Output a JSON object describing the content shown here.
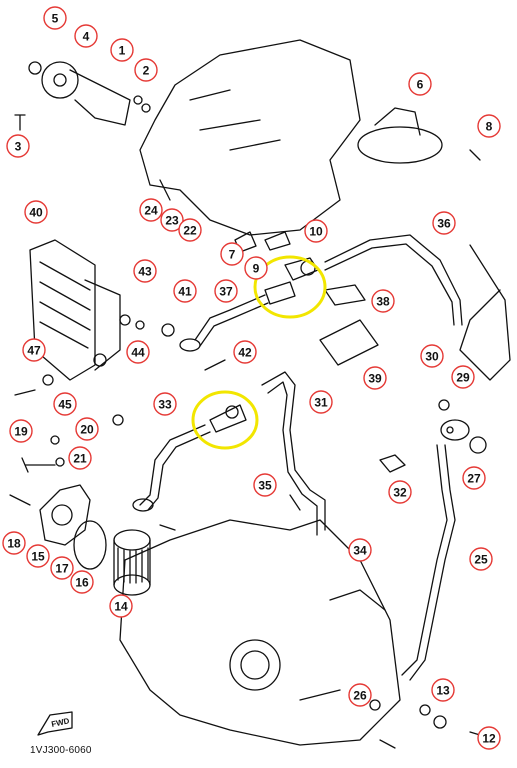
{
  "diagram": {
    "footer_code": "1VJ300-6060",
    "fwd_label": "FWD",
    "highlight_color": "#f2e600",
    "callout_color": "#e53935",
    "callouts": [
      "5",
      "4",
      "1",
      "2",
      "3",
      "6",
      "8",
      "40",
      "24",
      "23",
      "22",
      "7",
      "9",
      "10",
      "36",
      "43",
      "41",
      "37",
      "38",
      "44",
      "42",
      "39",
      "30",
      "47",
      "45",
      "29",
      "33",
      "31",
      "20",
      "21",
      "19",
      "27",
      "35",
      "32",
      "18",
      "15",
      "17",
      "16",
      "14",
      "34",
      "25",
      "26",
      "13",
      "12"
    ]
  }
}
